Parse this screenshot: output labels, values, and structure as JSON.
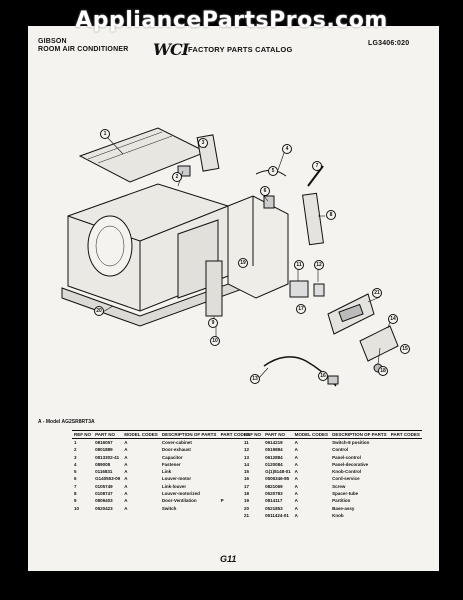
{
  "watermark": "AppliancePartsPros.com",
  "header": {
    "brand": "GIBSON",
    "product": "ROOM AIR CONDITIONER",
    "logo": "WCI",
    "catalog": "FACTORY PARTS CATALOG",
    "code": "LG3406:020"
  },
  "callouts": [
    {
      "label": "1"
    },
    {
      "label": "2"
    },
    {
      "label": "3"
    },
    {
      "label": "4"
    },
    {
      "label": "5"
    },
    {
      "label": "6"
    },
    {
      "label": "7"
    },
    {
      "label": "8"
    },
    {
      "label": "9"
    },
    {
      "label": "10"
    },
    {
      "label": "11"
    },
    {
      "label": "12"
    },
    {
      "label": "13"
    },
    {
      "label": "14"
    },
    {
      "label": "15"
    },
    {
      "label": "16"
    },
    {
      "label": "17"
    },
    {
      "label": "18"
    },
    {
      "label": "19"
    },
    {
      "label": "20"
    },
    {
      "label": "21"
    }
  ],
  "model_line": "A - Model AG2SR8RT3A",
  "table_headers": {
    "ref": "REF NO",
    "part": "PART NO",
    "model": "MODEL CODES",
    "desc": "DESCRIPTION OF PARTS",
    "partcodes": "PART CODES"
  },
  "left_rows": [
    {
      "ref": "1",
      "part": "0816057",
      "model": "A",
      "desc": "Cover-cabinet",
      "code": ""
    },
    {
      "ref": "2",
      "part": "0801889",
      "model": "A",
      "desc": "Door-exhaust",
      "code": ""
    },
    {
      "ref": "3",
      "part": "0813302-41",
      "model": "A",
      "desc": "Capacitor",
      "code": ""
    },
    {
      "ref": "4",
      "part": "089008",
      "model": "A",
      "desc": "Fastener",
      "code": ""
    },
    {
      "ref": "5",
      "part": "0116831",
      "model": "A",
      "desc": "Link",
      "code": ""
    },
    {
      "ref": "6",
      "part": "G140553-09",
      "model": "A",
      "desc": "Louver-motor",
      "code": ""
    },
    {
      "ref": "7",
      "part": "0105749",
      "model": "A",
      "desc": "Link-louver",
      "code": ""
    },
    {
      "ref": "8",
      "part": "0108747",
      "model": "A",
      "desc": "Louver-motorized",
      "code": ""
    },
    {
      "ref": "9",
      "part": "0809403",
      "model": "A",
      "desc": "Door-Ventilation",
      "code": "P"
    },
    {
      "ref": "10",
      "part": "0520423",
      "model": "A",
      "desc": "Switch",
      "code": ""
    }
  ],
  "right_rows": [
    {
      "ref": "11",
      "part": "0614219",
      "model": "A",
      "desc": "Switch-8 position",
      "code": ""
    },
    {
      "ref": "12",
      "part": "0519884",
      "model": "A",
      "desc": "Control",
      "code": ""
    },
    {
      "ref": "13",
      "part": "0612884",
      "model": "A",
      "desc": "Panel-control",
      "code": ""
    },
    {
      "ref": "14",
      "part": "0120084",
      "model": "A",
      "desc": "Panel-decorative",
      "code": ""
    },
    {
      "ref": "15",
      "part": "G(1)8148-01",
      "model": "A",
      "desc": "Knob-Control",
      "code": ""
    },
    {
      "ref": "16",
      "part": "0506346-85",
      "model": "A",
      "desc": "Cord-service",
      "code": ""
    },
    {
      "ref": "17",
      "part": "0821069",
      "model": "A",
      "desc": "Screw",
      "code": ""
    },
    {
      "ref": "18",
      "part": "0520783",
      "model": "A",
      "desc": "Spacer-tube",
      "code": ""
    },
    {
      "ref": "19",
      "part": "0814117",
      "model": "A",
      "desc": "Partition",
      "code": ""
    },
    {
      "ref": "20",
      "part": "0521853",
      "model": "A",
      "desc": "Base-assy",
      "code": ""
    },
    {
      "ref": "21",
      "part": "0511424-01",
      "model": "A",
      "desc": "Knob",
      "code": ""
    }
  ],
  "page_number": "G11"
}
